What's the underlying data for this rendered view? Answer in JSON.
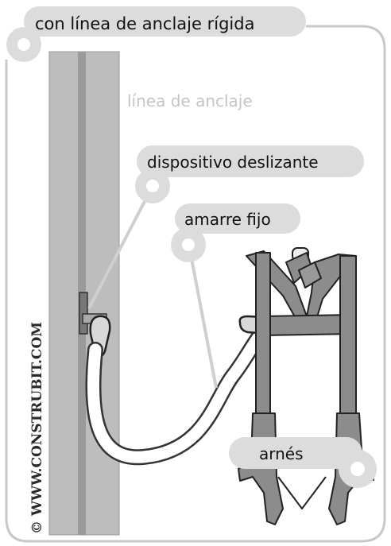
{
  "title": "con línea de anclaje rígida",
  "labels": {
    "anchor_line": "línea de anclaje",
    "sliding_device": "dispositivo deslizante",
    "fixed_lanyard": "amarre fijo",
    "harness": "arnés"
  },
  "watermark": "© WWW.CONSTRUBIT.COM",
  "colors": {
    "pill": "#dcdcdc",
    "rail": "#bcbcbc",
    "harness": "#8a8a8a",
    "outline": "#333333"
  }
}
